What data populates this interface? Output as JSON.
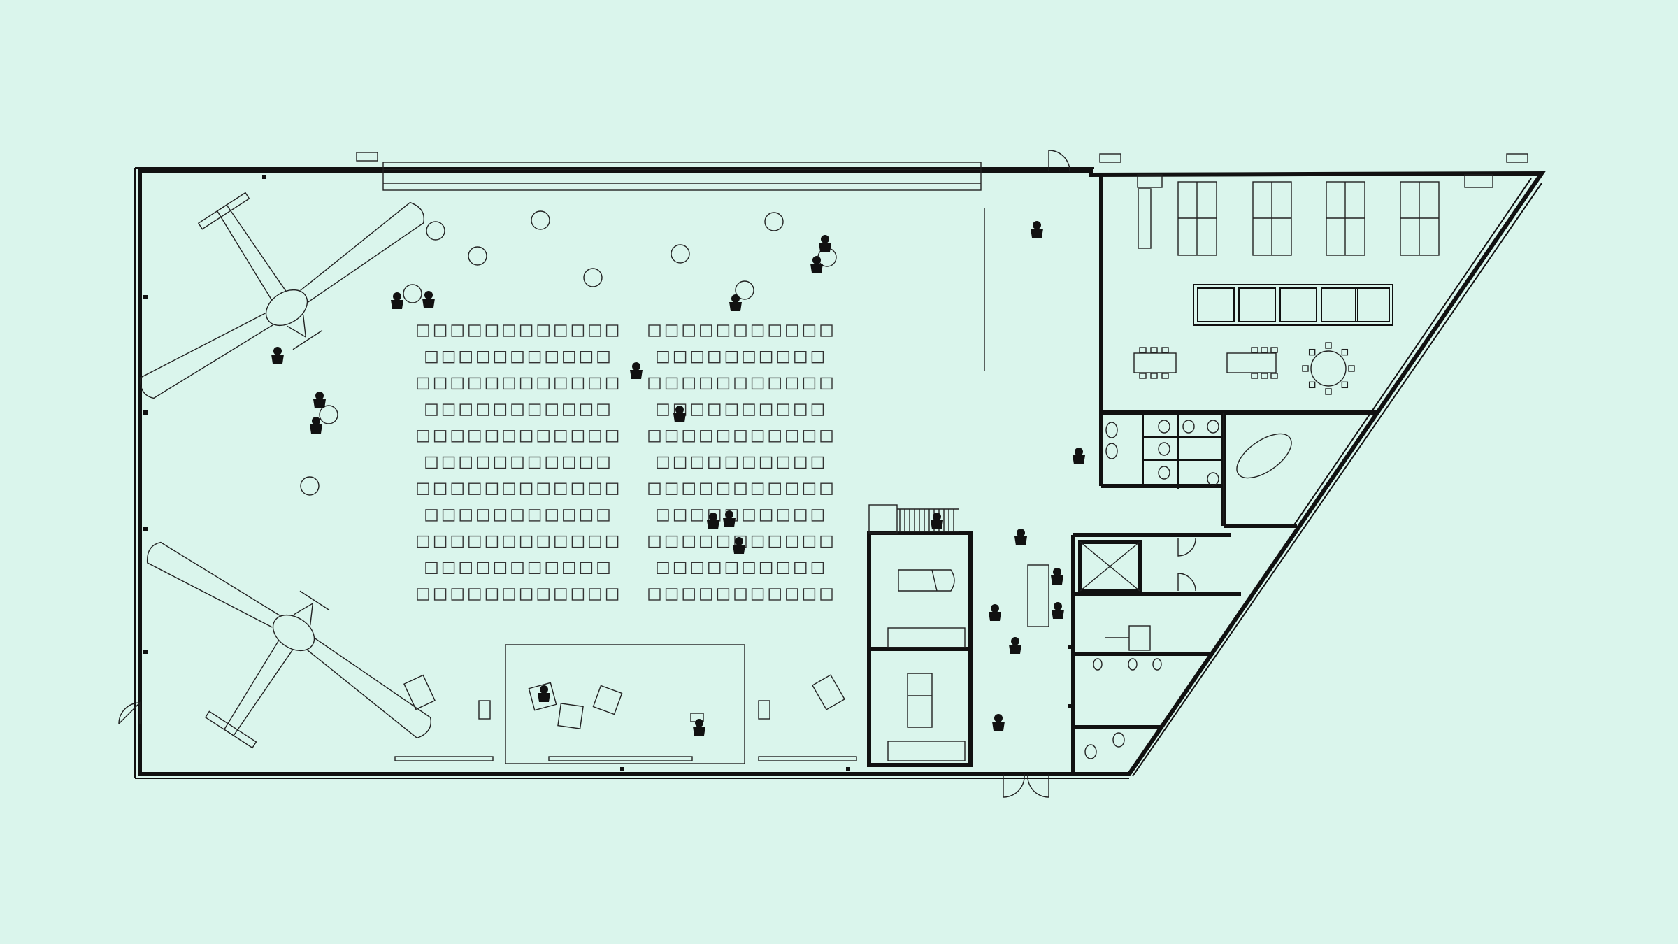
{
  "drawing": {
    "type": "architectural floor plan",
    "background_color": "#daf5ec",
    "line_color": "#111111",
    "text_labels": []
  },
  "zones": [
    {
      "id": "hangar-hall",
      "contents": [
        "aircraft",
        "aircraft",
        "seating-block-left",
        "seating-block-right",
        "stage",
        "round-tables"
      ]
    },
    {
      "id": "open-office",
      "contents": [
        "workstation-desks",
        "lounge-sofas",
        "meeting-tables",
        "round-table"
      ]
    },
    {
      "id": "meeting-room",
      "contents": [
        "oval-table"
      ]
    },
    {
      "id": "restrooms",
      "contents": [
        "toilet-stalls",
        "washbasins"
      ]
    },
    {
      "id": "service-rooms",
      "contents": [
        "vehicle-bay",
        "vehicle-bay",
        "storage"
      ]
    },
    {
      "id": "stair",
      "contents": [
        "stair-flight"
      ]
    }
  ],
  "seating": {
    "left_block": {
      "rows": 11,
      "seats_per_row": [
        12,
        11,
        12,
        11,
        12,
        11,
        12,
        11,
        12,
        11,
        12
      ]
    },
    "right_block": {
      "rows": 11,
      "seats_per_row": [
        11,
        10,
        11,
        10,
        11,
        10,
        11,
        10,
        11,
        10,
        11
      ]
    }
  },
  "icons": {
    "aircraft": "airplane-icon",
    "person": "person-icon",
    "door": "door-swing-icon",
    "vehicle": "car-icon"
  }
}
